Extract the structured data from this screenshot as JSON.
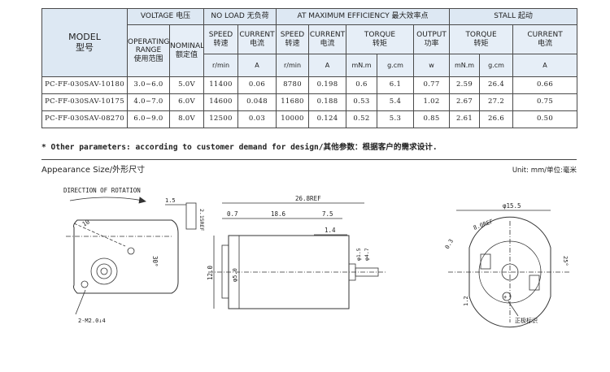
{
  "table": {
    "model_label": "MODEL",
    "model_label_cn": "型号",
    "voltage_group": "VOLTAGE 电压",
    "no_load_group": "NO LOAD  无负荷",
    "max_eff_group": "AT MAXIMUM EFFICIENCY   最大效率点",
    "stall_group": "STALL  起动",
    "operating_range": "OPERATING RANGE",
    "operating_range_cn": "使用范围",
    "nominal": "NOMINAL",
    "nominal_cn": "额定值",
    "speed": "SPEED",
    "speed_cn": "转速",
    "current": "CURRENT",
    "current_cn": "电流",
    "torque": "TORQUE",
    "torque_cn": "转矩",
    "output": "OUTPUT",
    "output_cn": "功率",
    "unit_rmin": "r/min",
    "unit_a": "A",
    "unit_mnm": "mN.m",
    "unit_gcm": "g.cm",
    "unit_w": "w",
    "unit_mnm2": "mN.m",
    "unit_gcm2": "g.cm",
    "rows": [
      {
        "model": "PC-FF-030SAV-10180",
        "range": "3.0~6.0",
        "nominal": "5.0V",
        "nl_speed": "11400",
        "nl_current": "0.06",
        "me_speed": "8780",
        "me_current": "0.198",
        "me_torque_mnm": "0.6",
        "me_torque_gcm": "6.1",
        "output": "0.77",
        "st_torque_mnm": "2.59",
        "st_torque_gcm": "26.4",
        "st_current": "0.66"
      },
      {
        "model": "PC-FF-030SAV-10175",
        "range": "4.0~7.0",
        "nominal": "6.0V",
        "nl_speed": "14600",
        "nl_current": "0.048",
        "me_speed": "11680",
        "me_current": "0.188",
        "me_torque_mnm": "0.53",
        "me_torque_gcm": "5.4",
        "output": "1.02",
        "st_torque_mnm": "2.67",
        "st_torque_gcm": "27.2",
        "st_current": "0.75"
      },
      {
        "model": "PC-FF-030SAV-08270",
        "range": "6.0~9.0",
        "nominal": "8.0V",
        "nl_speed": "12500",
        "nl_current": "0.03",
        "me_speed": "10000",
        "me_current": "0.124",
        "me_torque_mnm": "0.52",
        "me_torque_gcm": "5.3",
        "output": "0.85",
        "st_torque_mnm": "2.61",
        "st_torque_gcm": "26.6",
        "st_current": "0.50"
      }
    ]
  },
  "note": "* Other parameters: according to customer demand for design/其他参数：根据客户的需求设计.",
  "appearance_title": "Appearance Size/外形尺寸",
  "unit_note": "Unit: mm/单位:毫米",
  "drawing": {
    "direction_label": "DIRECTION OF ROTATION",
    "dim_10": "10",
    "dim_30deg": "30°",
    "dim_holes": "2-M2.0↓4",
    "dim_1_5": "1.5",
    "dim_2_15": "2.15REF",
    "dim_26_8": "26.8REF",
    "dim_0_7": "0.7",
    "dim_18_6": "18.6",
    "dim_7_5": "7.5",
    "dim_1_4": "1.4",
    "dim_12": "12.0",
    "dim_phi5": "φ5.0",
    "dim_phi1_5": "φ1.5",
    "dim_phi4_7": "φ4.7",
    "dim_phi15_5": "φ15.5",
    "dim_8": "8.0REF",
    "dim_0_3": "0.3",
    "dim_25deg": "25°",
    "dim_1_2": "1.2",
    "polarity_label": "正极标识"
  }
}
